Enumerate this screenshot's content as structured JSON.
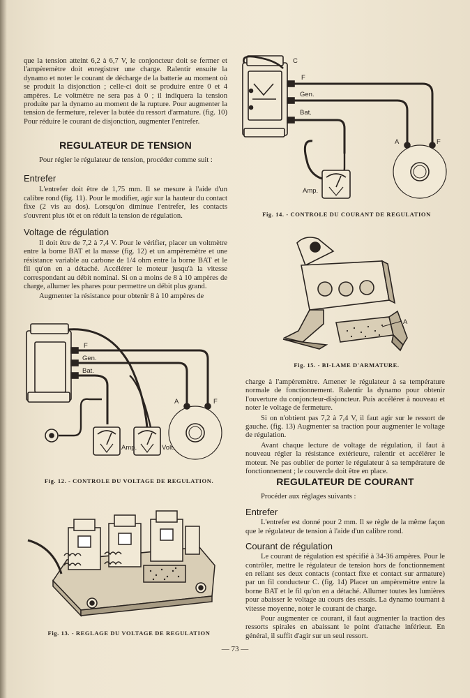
{
  "left_top_paragraph": "que la tension atteint 6,2 à 6,7 V, le conjoncteur doit se fermer et l'ampèremètre doit enregistrer une charge. Ralentir ensuite la dynamo et noter le courant de décharge de la batterie au moment où se produit la disjonction ; celle-ci doit se produire entre 0 et 4 ampères. Le voltmètre ne sera pas à 0 ; il indiquera la tension produite par la dynamo au moment de la rupture. Pour augmenter la tension de fermeture, relever la butée du ressort d'armature. (fig. 10) Pour réduire le courant de disjonction, augmenter l'entrefer.",
  "regulateur_tension": {
    "heading": "REGULATEUR DE TENSION",
    "intro": "Pour régler le régulateur de tension, procéder comme suit :",
    "entrefer_heading": "Entrefer",
    "entrefer_text": "L'entrefer doit être de 1,75 mm. Il se mesure à l'aide d'un calibre rond (fig. 11). Pour le modifier, agir sur la hauteur du contact fixe (2 vis au dos). Lorsqu'on diminue l'entrefer, les contacts s'ouvrent plus tôt et on réduit la tension de régulation.",
    "voltage_heading": "Voltage de régulation",
    "voltage_text": "Il doit être de 7,2 à 7,4 V. Pour le vérifier, placer un voltmètre entre la borne BAT et la masse (fig. 12) et un ampèremètre et une résistance variable au carbone de 1/4 ohm entre la borne BAT et le fil qu'on en a détaché. Accélérer le moteur jusqu'à la vitesse correspondant au débit nominal. Si on a moins de 8 à 10 ampères de charge, allumer les phares pour permettre un débit plus grand.",
    "voltage_text_2": "Augmenter la résistance pour obtenir 8 à 10 ampères de"
  },
  "fig12": {
    "labels": {
      "f": "F",
      "gen": "Gen.",
      "bat": "Bat.",
      "a": "A",
      "f2": "F",
      "amp": "Amp.",
      "volt": "Volt."
    },
    "caption": "Fig. 12. - CONTROLE DU VOLTAGE DE REGULATION."
  },
  "fig13": {
    "caption": "Fig. 13. - REGLAGE DU VOLTAGE DE REGULATION"
  },
  "fig14": {
    "labels": {
      "c": "C",
      "f": "F",
      "gen": "Gen.",
      "bat": "Bat.",
      "a": "A",
      "f2": "F",
      "amp": "Amp."
    },
    "caption": "Fig. 14. - CONTROLE DU COURANT DE REGULATION"
  },
  "fig15": {
    "labels": {
      "a": "A"
    },
    "caption": "Fig. 15. - BI-LAME D'ARMATURE."
  },
  "right_text": {
    "p1": "charge à l'ampèremètre. Amener le régulateur à sa température normale de fonctionnement. Ralentir la dynamo pour obtenir l'ouverture du conjoncteur-disjoncteur. Puis accélérer à nouveau et noter le voltage de fermeture.",
    "p2": "Si on n'obtient pas 7,2 à 7,4 V, il faut agir sur le ressort de gauche. (fig. 13) Augmenter sa traction pour augmenter le voltage de régulation.",
    "p3": "Avant chaque lecture de voltage de régulation, il faut à nouveau régler la résistance extérieure, ralentir et accélérer le moteur. Ne pas oublier de porter le régulateur à sa température de fonctionnement ; le couvercle doit être en place."
  },
  "regulateur_courant": {
    "heading": "REGULATEUR DE COURANT",
    "intro": "Procéder aux réglages suivants :",
    "entrefer_heading": "Entrefer",
    "entrefer_text": "L'entrefer est donné pour 2 mm. Il se règle de la même façon que le régulateur de tension à l'aide d'un calibre rond.",
    "courant_heading": "Courant de régulation",
    "courant_text": "Le courant de régulation est spécifié à 34-36 ampères. Pour le contrôler, mettre le régulateur de tension hors de fonctionnement en reliant ses deux contacts (contact fixe et contact sur armature) par un fil conducteur C. (fig. 14) Placer un ampèremètre entre la borne BAT et le fil qu'on en a détaché. Allumer toutes les lumières pour abaisser le voltage au cours des essais. La dynamo tournant à vitesse moyenne, noter le courant de charge.",
    "courant_text_2": "Pour augmenter ce courant, il faut augmenter la traction des ressorts spirales en abaissant le point d'attache inférieur. En général, il suffit d'agir sur un seul ressort."
  },
  "page_number": "— 73 —"
}
